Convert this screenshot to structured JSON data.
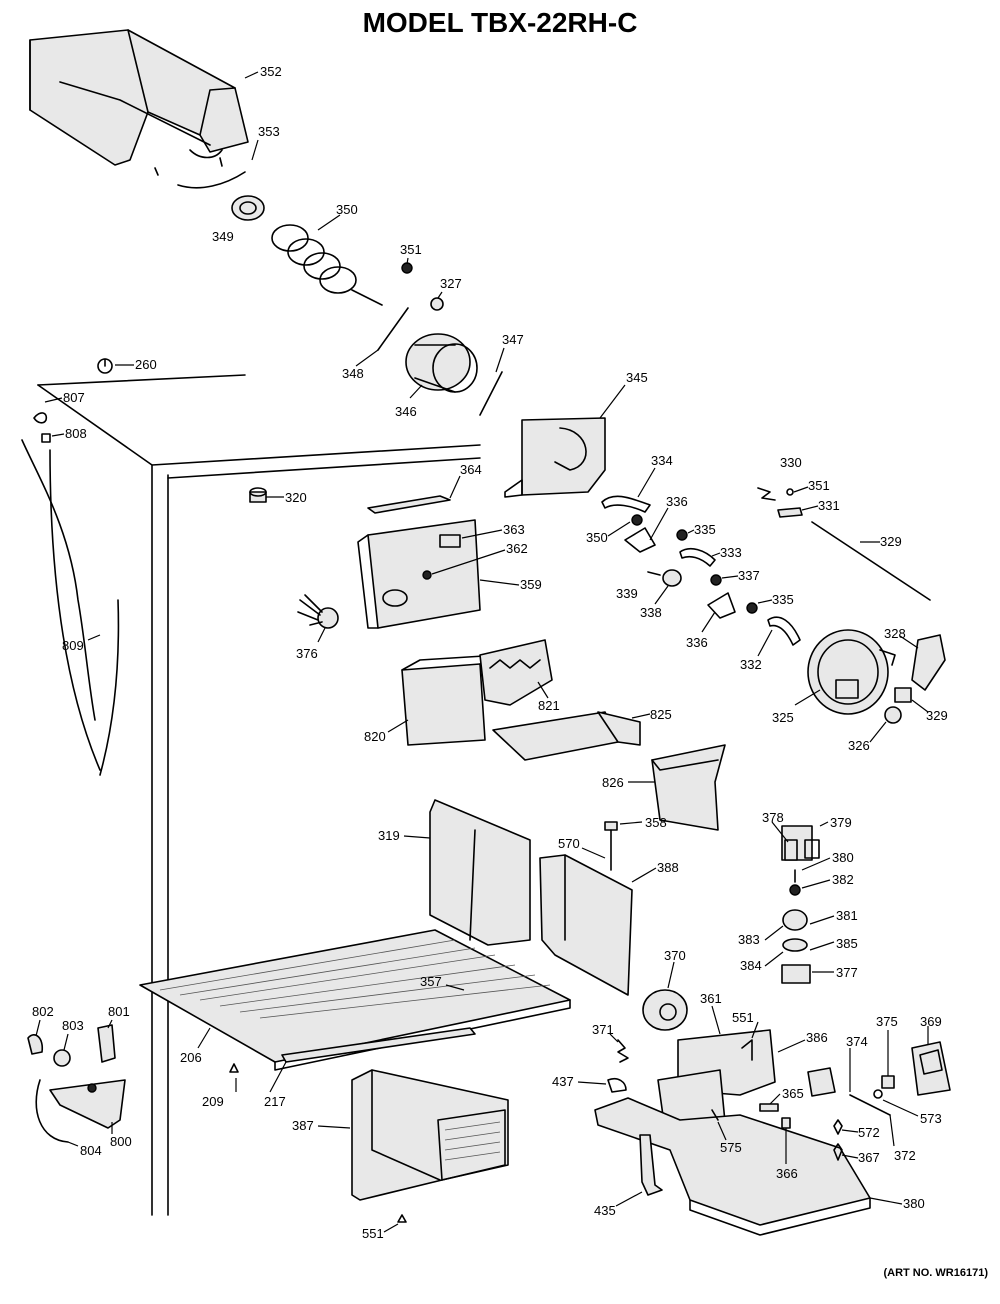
{
  "title": "MODEL TBX-22RH-C",
  "art_number": "(ART NO. WR16171)",
  "callouts": [
    "352",
    "353",
    "349",
    "350",
    "351",
    "327",
    "348",
    "347",
    "346",
    "260",
    "807",
    "808",
    "809",
    "345",
    "364",
    "320",
    "363",
    "362",
    "359",
    "334",
    "330",
    "351",
    "331",
    "350",
    "336",
    "335",
    "333",
    "329",
    "339",
    "338",
    "337",
    "336",
    "335",
    "332",
    "376",
    "820",
    "821",
    "825",
    "328",
    "325",
    "329",
    "326",
    "826",
    "319",
    "358",
    "378",
    "379",
    "570",
    "388",
    "380",
    "382",
    "383",
    "381",
    "385",
    "384",
    "377",
    "370",
    "357",
    "802",
    "803",
    "801",
    "206",
    "361",
    "551",
    "386",
    "375",
    "369",
    "371",
    "374",
    "437",
    "365",
    "573",
    "209",
    "217",
    "387",
    "575",
    "572",
    "800",
    "804",
    "366",
    "367",
    "372",
    "380",
    "435",
    "551"
  ]
}
